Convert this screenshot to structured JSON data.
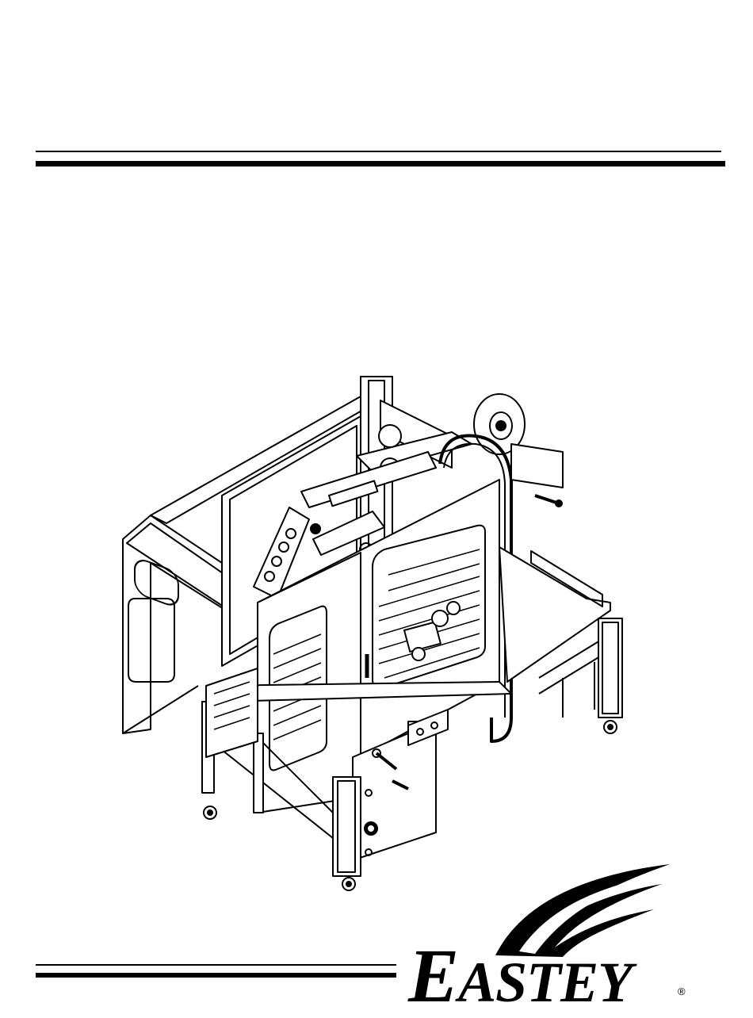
{
  "document": {
    "illustration_icon": "case-sealer-machine-line-drawing",
    "logo": {
      "icon": "wing-swoosh-logo",
      "first_letter": "E",
      "rest_letters": "ASTEY",
      "registered_mark": "®"
    }
  }
}
